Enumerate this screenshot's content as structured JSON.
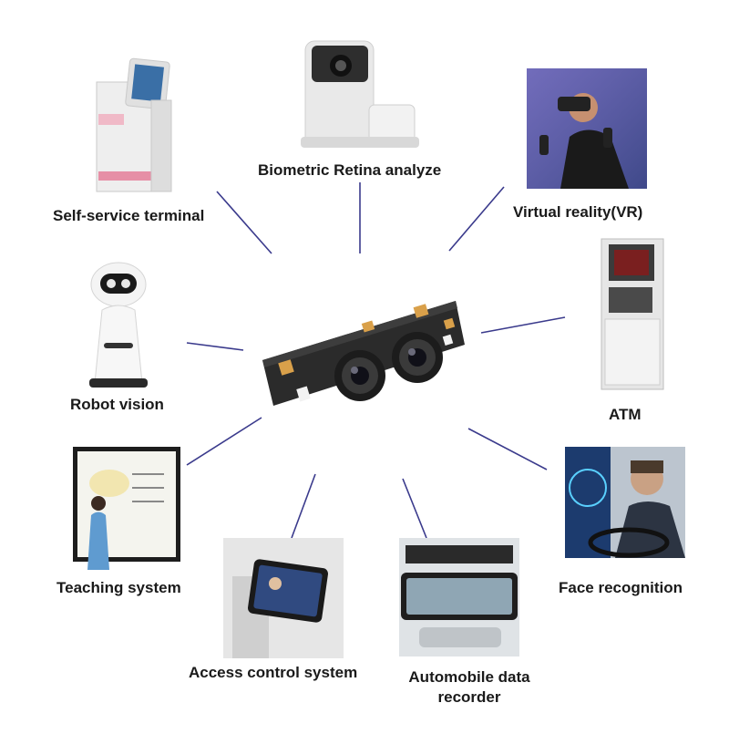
{
  "center": {
    "subject": "dual-lens-camera-module"
  },
  "applications": [
    {
      "id": "biometric",
      "label": "Biometric Retina analyze"
    },
    {
      "id": "vr",
      "label": "Virtual reality(VR)"
    },
    {
      "id": "atm",
      "label": "ATM"
    },
    {
      "id": "face",
      "label": "Face recognition"
    },
    {
      "id": "dashcam",
      "label": "Automobile data recorder"
    },
    {
      "id": "access",
      "label": "Access control system"
    },
    {
      "id": "teaching",
      "label": "Teaching system"
    },
    {
      "id": "robot",
      "label": "Robot vision"
    },
    {
      "id": "selfservice",
      "label": "Self-service terminal"
    }
  ],
  "colors": {
    "connector": "#3a3a8c",
    "pcb": "#2b2b2b",
    "label": "#1a1a1a"
  }
}
